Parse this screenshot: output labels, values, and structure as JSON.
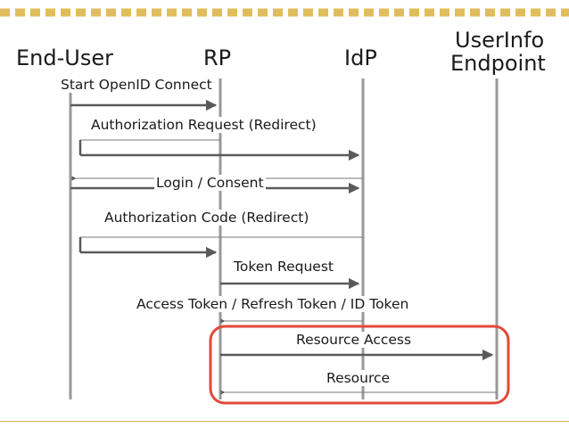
{
  "actors": {
    "end_user": "End-User",
    "rp": "RP",
    "idp": "IdP",
    "userinfo_line1": "UserInfo",
    "userinfo_line2": "Endpoint"
  },
  "messages": {
    "start_openid_connect": "Start OpenID Connect",
    "authorization_request": "Authorization Request (Redirect)",
    "login_consent": "Login / Consent",
    "authorization_code": "Authorization Code (Redirect)",
    "token_request": "Token Request",
    "tokens_response": "Access Token / Refresh Token / ID Token",
    "resource_access": "Resource Access",
    "resource": "Resource"
  },
  "colors": {
    "lifeline": "#999999",
    "arrow": "#5a5a5a",
    "return_line": "#777777",
    "highlight": "#e04a3a",
    "header_dash": "#e0bd5c"
  }
}
